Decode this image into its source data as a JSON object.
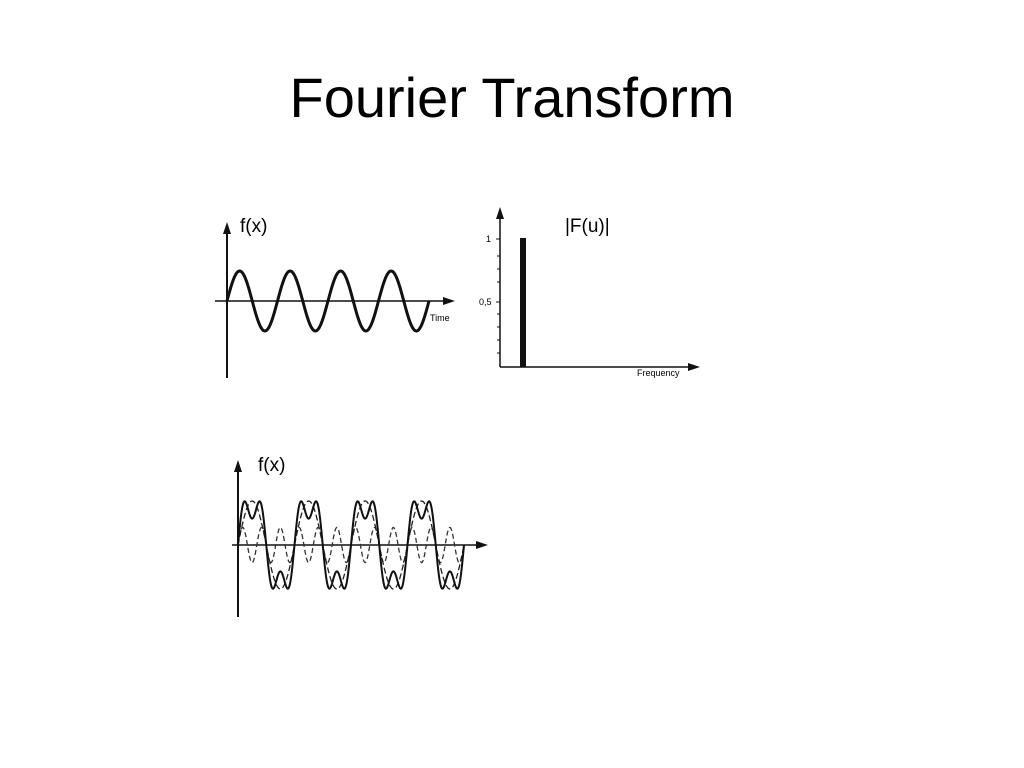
{
  "slide": {
    "title": "Fourier Transform"
  },
  "figure_sine": {
    "y_label": "f(x)",
    "x_label": "Time",
    "cycles": 4
  },
  "figure_spectrum": {
    "y_label": "|F(u)|",
    "x_label": "Frequency",
    "ticks": [
      "1",
      "0,5"
    ],
    "peak": 1.0
  },
  "figure_square": {
    "y_label": "f(x)",
    "cycles": 4
  },
  "colors": {
    "ink": "#111111",
    "background": "#ffffff"
  }
}
